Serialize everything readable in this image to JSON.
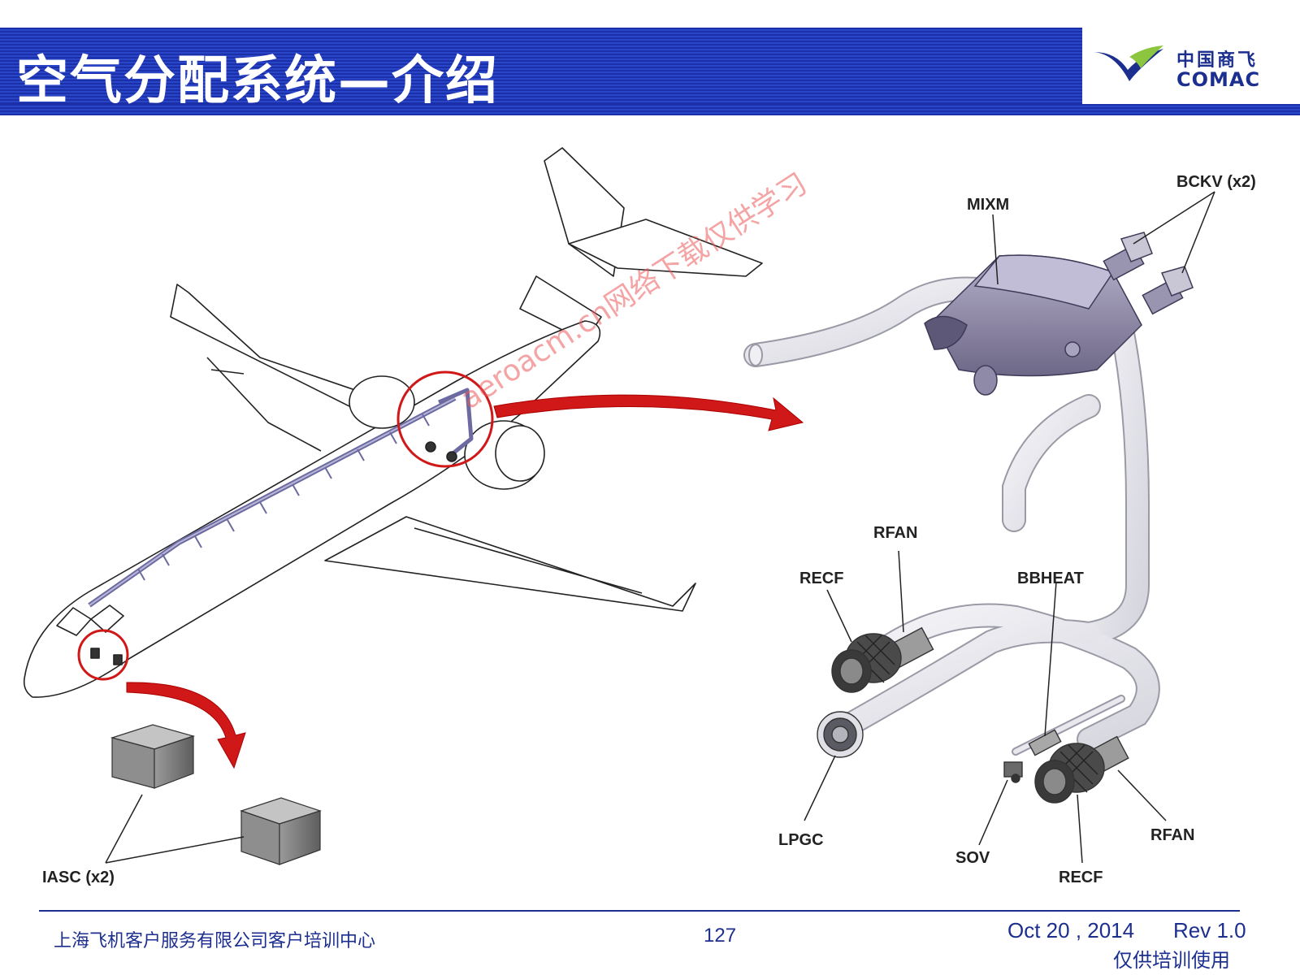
{
  "header": {
    "title": "空气分配系统—介绍",
    "logo": {
      "cn": "中国商飞",
      "en": "COMAC"
    }
  },
  "diagram": {
    "labels": {
      "mixm": "MIXM",
      "bckv": "BCKV (x2)",
      "rfan_top": "RFAN",
      "recf_top": "RECF",
      "bbheat": "BBHEAT",
      "lpgc": "LPGC",
      "sov": "SOV",
      "recf_bottom": "RECF",
      "rfan_bottom": "RFAN",
      "iasc": "IASC (x2)"
    },
    "watermark": "aeroacm.cn网络下载仅供学习"
  },
  "footer": {
    "organization": "上海飞机客户服务有限公司客户培训中心",
    "page_number": "127",
    "date": "Oct 20 , 2014",
    "revision": "Rev 1.0",
    "note": "仅供培训使用"
  },
  "colors": {
    "title_bar": "#2a46c8",
    "brand_blue": "#1c2f8f",
    "logo_green": "#8cc63f",
    "arrow_red": "#d01818",
    "duct_gray": "#e4e4ea",
    "mixer_purple": "#8a84a6"
  }
}
